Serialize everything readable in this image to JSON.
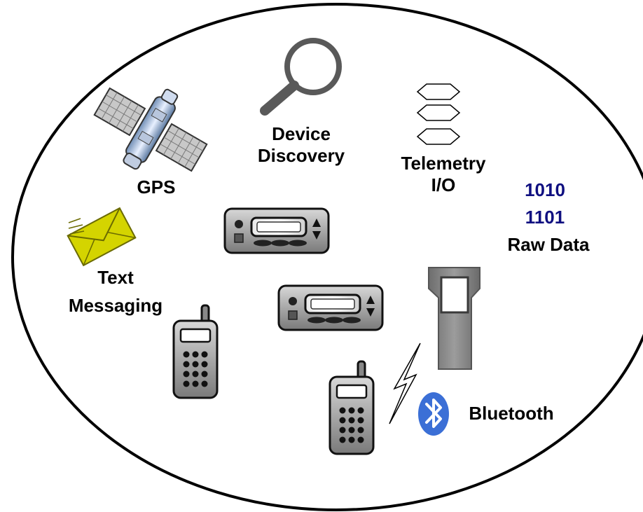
{
  "labels": {
    "gps": "GPS",
    "device_discovery_line1": "Device",
    "device_discovery_line2": "Discovery",
    "telemetry_line1": "Telemetry",
    "telemetry_line2": "I/O",
    "raw_data_bits1": "1010",
    "raw_data_bits2": "1101",
    "raw_data": "Raw Data",
    "text_messaging_line1": "Text",
    "text_messaging_line2": "Messaging",
    "bluetooth": "Bluetooth"
  },
  "icons": [
    "satellite-icon",
    "magnifier-icon",
    "hexagon-stack-icon",
    "envelope-icon",
    "mobile-radio-icon",
    "handheld-radio-icon",
    "rugged-handheld-icon",
    "lightning-icon",
    "bluetooth-icon"
  ],
  "colors": {
    "outline": "#000000",
    "raw_data_bits": "#0f0f80",
    "envelope": "#d4d400",
    "bluetooth": "#3b6fd6",
    "device_body": "#9a9a9a"
  }
}
